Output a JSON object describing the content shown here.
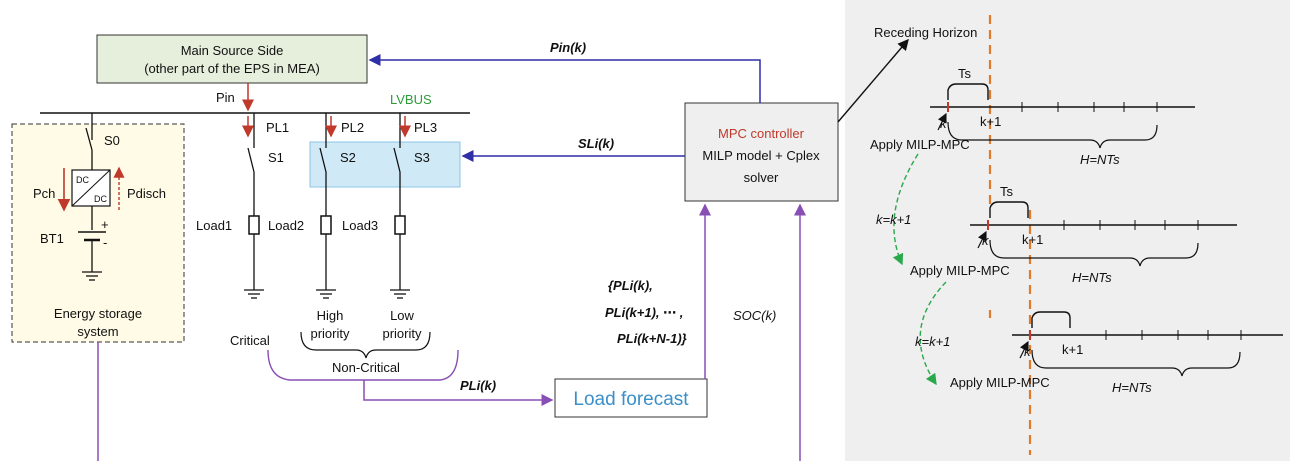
{
  "main_source": {
    "line1": "Main Source Side",
    "line2": "(other part of the EPS in MEA)"
  },
  "bus": {
    "pin_label": "Pin",
    "lvbus_label": "LVBUS",
    "lvbus_color": "#2e9a3a"
  },
  "storage": {
    "switch_label": "S0",
    "pch_label": "Pch",
    "pdisch_label": "Pdisch",
    "converter_top": "DC",
    "converter_bottom": "DC",
    "battery_label": "BT1",
    "plus": "+",
    "minus": "-",
    "caption_line1": "Energy storage",
    "caption_line2": "system"
  },
  "loads": {
    "feeders": [
      {
        "power": "PL1",
        "switch": "S1",
        "load": "Load1"
      },
      {
        "power": "PL2",
        "switch": "S2",
        "load": "Load2"
      },
      {
        "power": "PL3",
        "switch": "S3",
        "load": "Load3"
      }
    ],
    "critical": "Critical",
    "high_priority_1": "High",
    "high_priority_2": "priority",
    "low_priority_1": "Low",
    "low_priority_2": "priority",
    "non_critical": "Non-Critical"
  },
  "signals": {
    "pin_k": "Pin(k)",
    "sli_k": "SLi(k)",
    "pli_k": "PLi(k)",
    "soc_k": "SOC(k)",
    "forecast_line1": "{PLi(k),",
    "forecast_line2": "PLi(k+1), ⋯ ,",
    "forecast_line3": "PLi(k+N-1)}"
  },
  "controller": {
    "title": "MPC controller",
    "line2": "MILP model + Cplex",
    "line3": "solver",
    "title_color": "#c0392b"
  },
  "forecast_box": {
    "label": "Load forecast",
    "color": "#3b8fc9"
  },
  "horizon_panel": {
    "title": "Receding Horizon",
    "ts": "Ts",
    "k": "k",
    "k1": "k+1",
    "apply": "Apply MILP-MPC",
    "horizon": "H=NTs",
    "update": "k=k+1",
    "background": "#efefef"
  },
  "colors": {
    "blue_signal": "#2f2fa8",
    "purple_signal": "#8a4fb5",
    "red_arrow": "#c0392b",
    "green_dash": "#2aa84a",
    "orange_dash": "#e07b2c",
    "switch_fill": "#cfe9f7",
    "source_fill": "#e6efdc"
  }
}
